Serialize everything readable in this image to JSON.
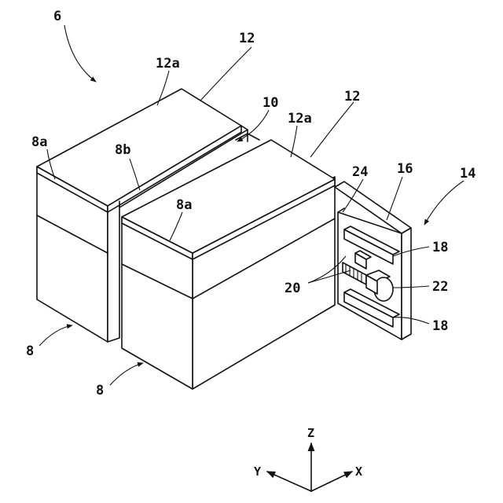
{
  "labels": {
    "assembly": "6",
    "block_left": "8",
    "block_right": "8",
    "top_left": "8a",
    "top_right": "8a",
    "groove": "8b",
    "gap": "10",
    "pad_left": "12",
    "pad_right": "12",
    "pad_top_left": "12a",
    "pad_top_right": "12a",
    "unit": "14",
    "frame": "16",
    "rail_top": "18",
    "rail_bottom": "18",
    "screw": "20",
    "motor": "22",
    "bracket": "24"
  },
  "axes": {
    "z": "Z",
    "y": "Y",
    "x": "X"
  }
}
